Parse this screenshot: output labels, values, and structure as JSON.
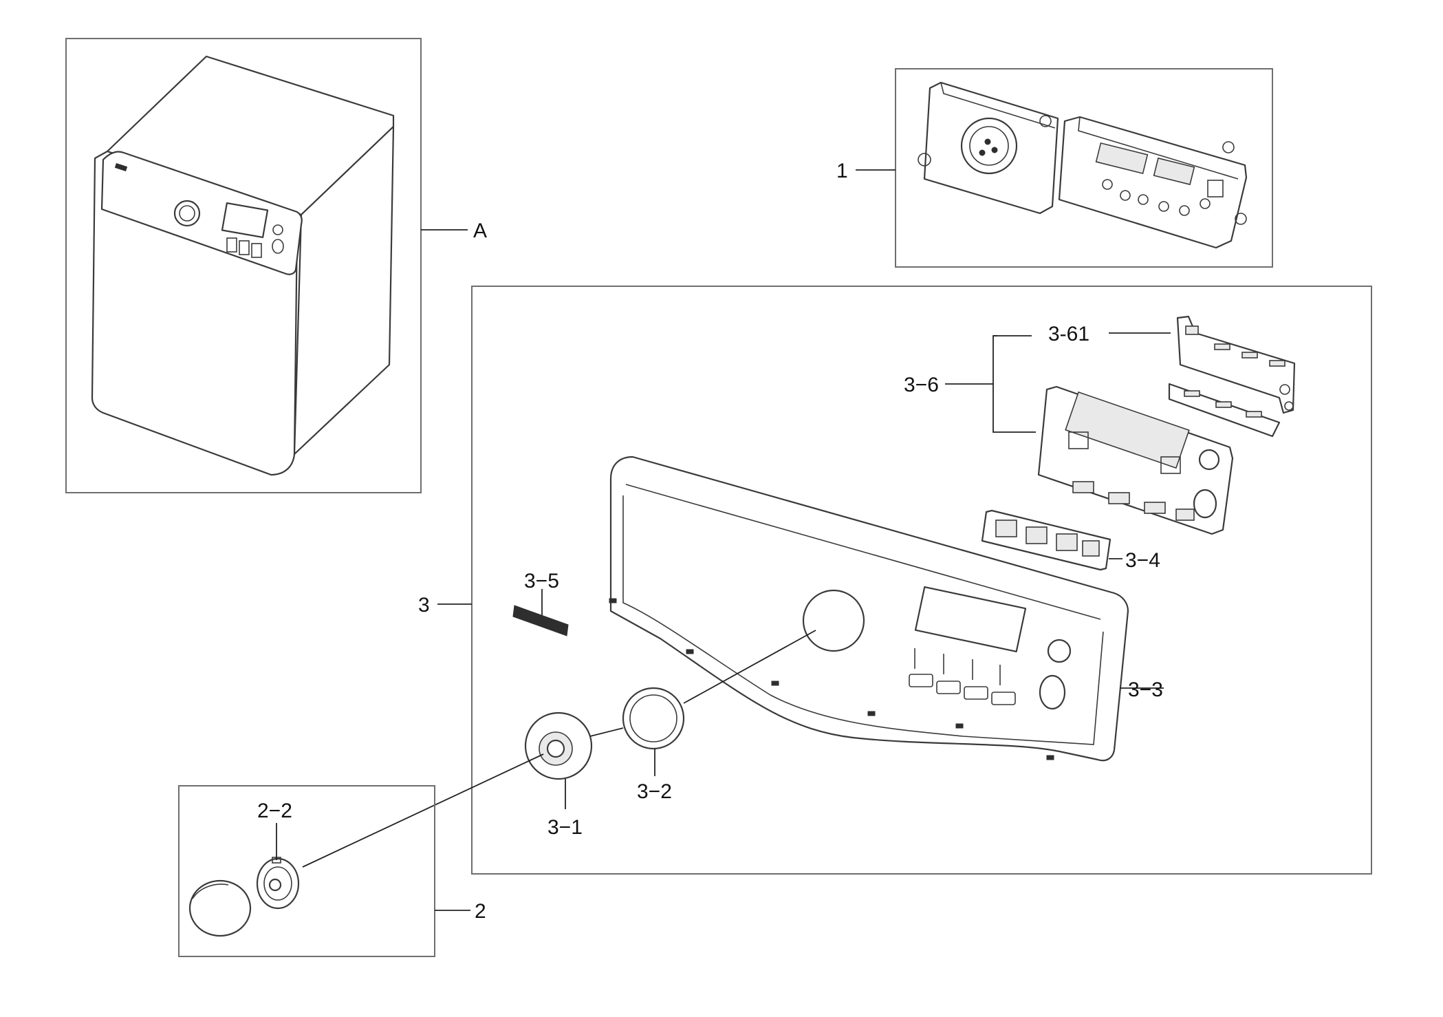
{
  "callouts": {
    "A": "A",
    "p1": "1",
    "p2": "2",
    "p2_2": "2−2",
    "p3": "3",
    "p3_1": "3−1",
    "p3_2": "3−2",
    "p3_3": "3−3",
    "p3_4": "3−4",
    "p3_5": "3−5",
    "p3_6": "3−6",
    "p3_61": "3-61"
  }
}
